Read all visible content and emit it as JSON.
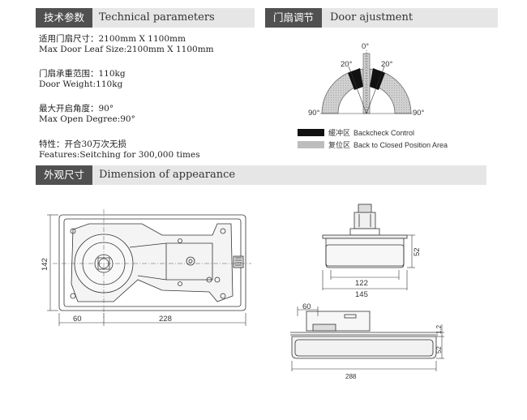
{
  "sections": {
    "tech": {
      "tag": "技术参数",
      "title": "Technical parameters"
    },
    "door": {
      "tag": "门扇调节",
      "title": "Door ajustment"
    },
    "dims": {
      "tag": "外观尺寸",
      "title": "Dimension of appearance"
    }
  },
  "specs": [
    {
      "cn": "适用门扇尺寸：2100mm X 1100mm",
      "en": "Max Door Leaf Size:2100mm X 1100mm"
    },
    {
      "cn": "门扇承重范围：110kg",
      "en": "Door Weight:110kg"
    },
    {
      "cn": "最大开启角度：90°",
      "en": "Max Open Degree:90°"
    },
    {
      "cn": "特性：开合30万次无损",
      "en": "Features:Seitching for 300,000 times"
    }
  ],
  "door_adjust": {
    "angles": {
      "top": "0°",
      "left_inner": "20°",
      "right_inner": "20°",
      "left_outer": "90°",
      "right_outer": "90°"
    },
    "legend": [
      {
        "cn": "缓冲区",
        "en": "Backcheck Control",
        "color": "#111111"
      },
      {
        "cn": "复位区",
        "en": "Back to Closed Position Area",
        "color": "#bdbdbd"
      }
    ]
  },
  "dimensions": {
    "top_view": {
      "height": "142",
      "left_width": "60",
      "right_width": "228"
    },
    "front_view": {
      "height": "52",
      "inner_width": "122",
      "outer_width": "145"
    },
    "side_view": {
      "left_width": "60",
      "height_top": "1.2",
      "height": "52",
      "total_width": "288"
    }
  }
}
